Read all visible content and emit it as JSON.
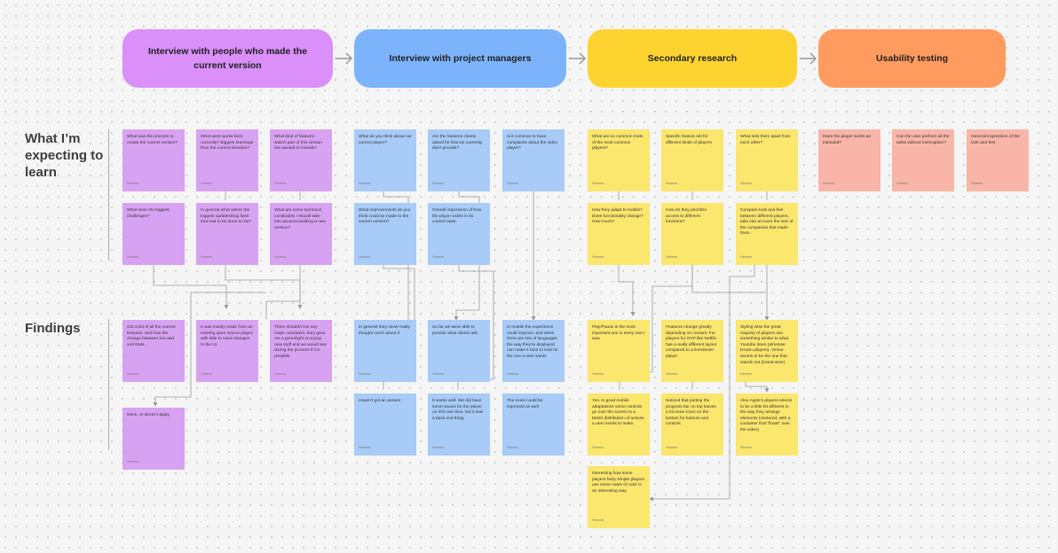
{
  "phases": [
    {
      "label": "Interview with people who made the current version"
    },
    {
      "label": "Interview with project managers"
    },
    {
      "label": "Secondary research"
    },
    {
      "label": "Usability testing"
    }
  ],
  "rows": {
    "expect": "What I’m expecting to learn",
    "findings": "Findings"
  },
  "author": "Hermes",
  "notes": {
    "p1": "What was the process to create the current version?",
    "p2": "What went works best currently? Biggest learnings from the current iteration?",
    "p3": "What kind of features wasn't part of this version but wanted to include?",
    "p4": "What were the biggest challenges?",
    "p5": "In general what where the biggest updates/bug fixes that had to be done so far?",
    "p6": "What are some technical constraints I should take into account building a new version?",
    "pf1": "Got a list of all the current features, and how the change between live and vod state.",
    "pf2": "It was mainly made from an existing open source player, with little to none changes to the UI.",
    "pf3": "There shouldn't be any major constraint, they gave me a greenlight on trying new stuff and we would see during the process if it is possible",
    "pf4": "None, or doesn't apply",
    "b1": "What do you think about our current player?",
    "b2": "Are the features clients asked for that we currently don't provide?",
    "b3": "Is it common to have complaints about the video player?",
    "b4": "What improvements do you think could be made to the current version?",
    "b5": "Overall impression of how the player works in its current state.",
    "bf1": "In general they never really thought much about it",
    "bf2": "So far we were able to provide what clients ask.",
    "bf3": "In mobile the experience could improve, and when there are lots of languages the way they're displayed can make it hard to look for the one a user wants",
    "bf4": "Haven't got an answer",
    "bf5": "It works well. We did have some issues for the player on iOS one time, but it was a back end thing.",
    "bf6": "The icons could be improved as well",
    "y1": "What are so common traits of the most common players?",
    "y2": "Specific feature set for different kinds of players",
    "y3": "What sets them apart from each other?",
    "y4": "How they adapt to mobile? Does functionality change? How much?",
    "y5": "How do they prioritize access to different functions?",
    "y6": "Compare look and feel between different players, take into account the size of the companies that made them.",
    "yf1": "Play/Pause is the most important one in every one I saw.",
    "yf2": "Features change greatly depending on contant. For players for OVP like Netflix has a really different layout compared to a livestream player",
    "yf3": "Styling wise the great majority of players use something similar to what Youtube does (all lesser known players). Vimeo seems to be the one that stands out (brand-wise)",
    "yf4": "Yes, in good mobile adaptations some controls go over the screen to a better distribution of actions a user needs to make.",
    "yf5": "Noticed that putting the progress bar on top leaves a lot more room on the bottom for buttons and controls",
    "yf6": "Also Apple's players seems to be a little bit different in the way they arrange elements (centered, with a container that \"floats\" over the video)",
    "yf7": "Interesting how some players fairly simple players use some notes of color in an interesting way.",
    "s1": "Does the player works as intended?",
    "s2": "Can the user perform all the tasks without interruption?",
    "s3": "General impression of the look and feel"
  },
  "colors": {
    "purple": "#d8a2f2",
    "blue": "#a8cbf7",
    "yellow": "#fbe66e",
    "salmon": "#f9b5a7",
    "orange": "#ff9b5e",
    "phaseYellow": "#fdd42f",
    "phaseBlue": "#7db3fb",
    "phasePurple": "#da8ff9"
  }
}
